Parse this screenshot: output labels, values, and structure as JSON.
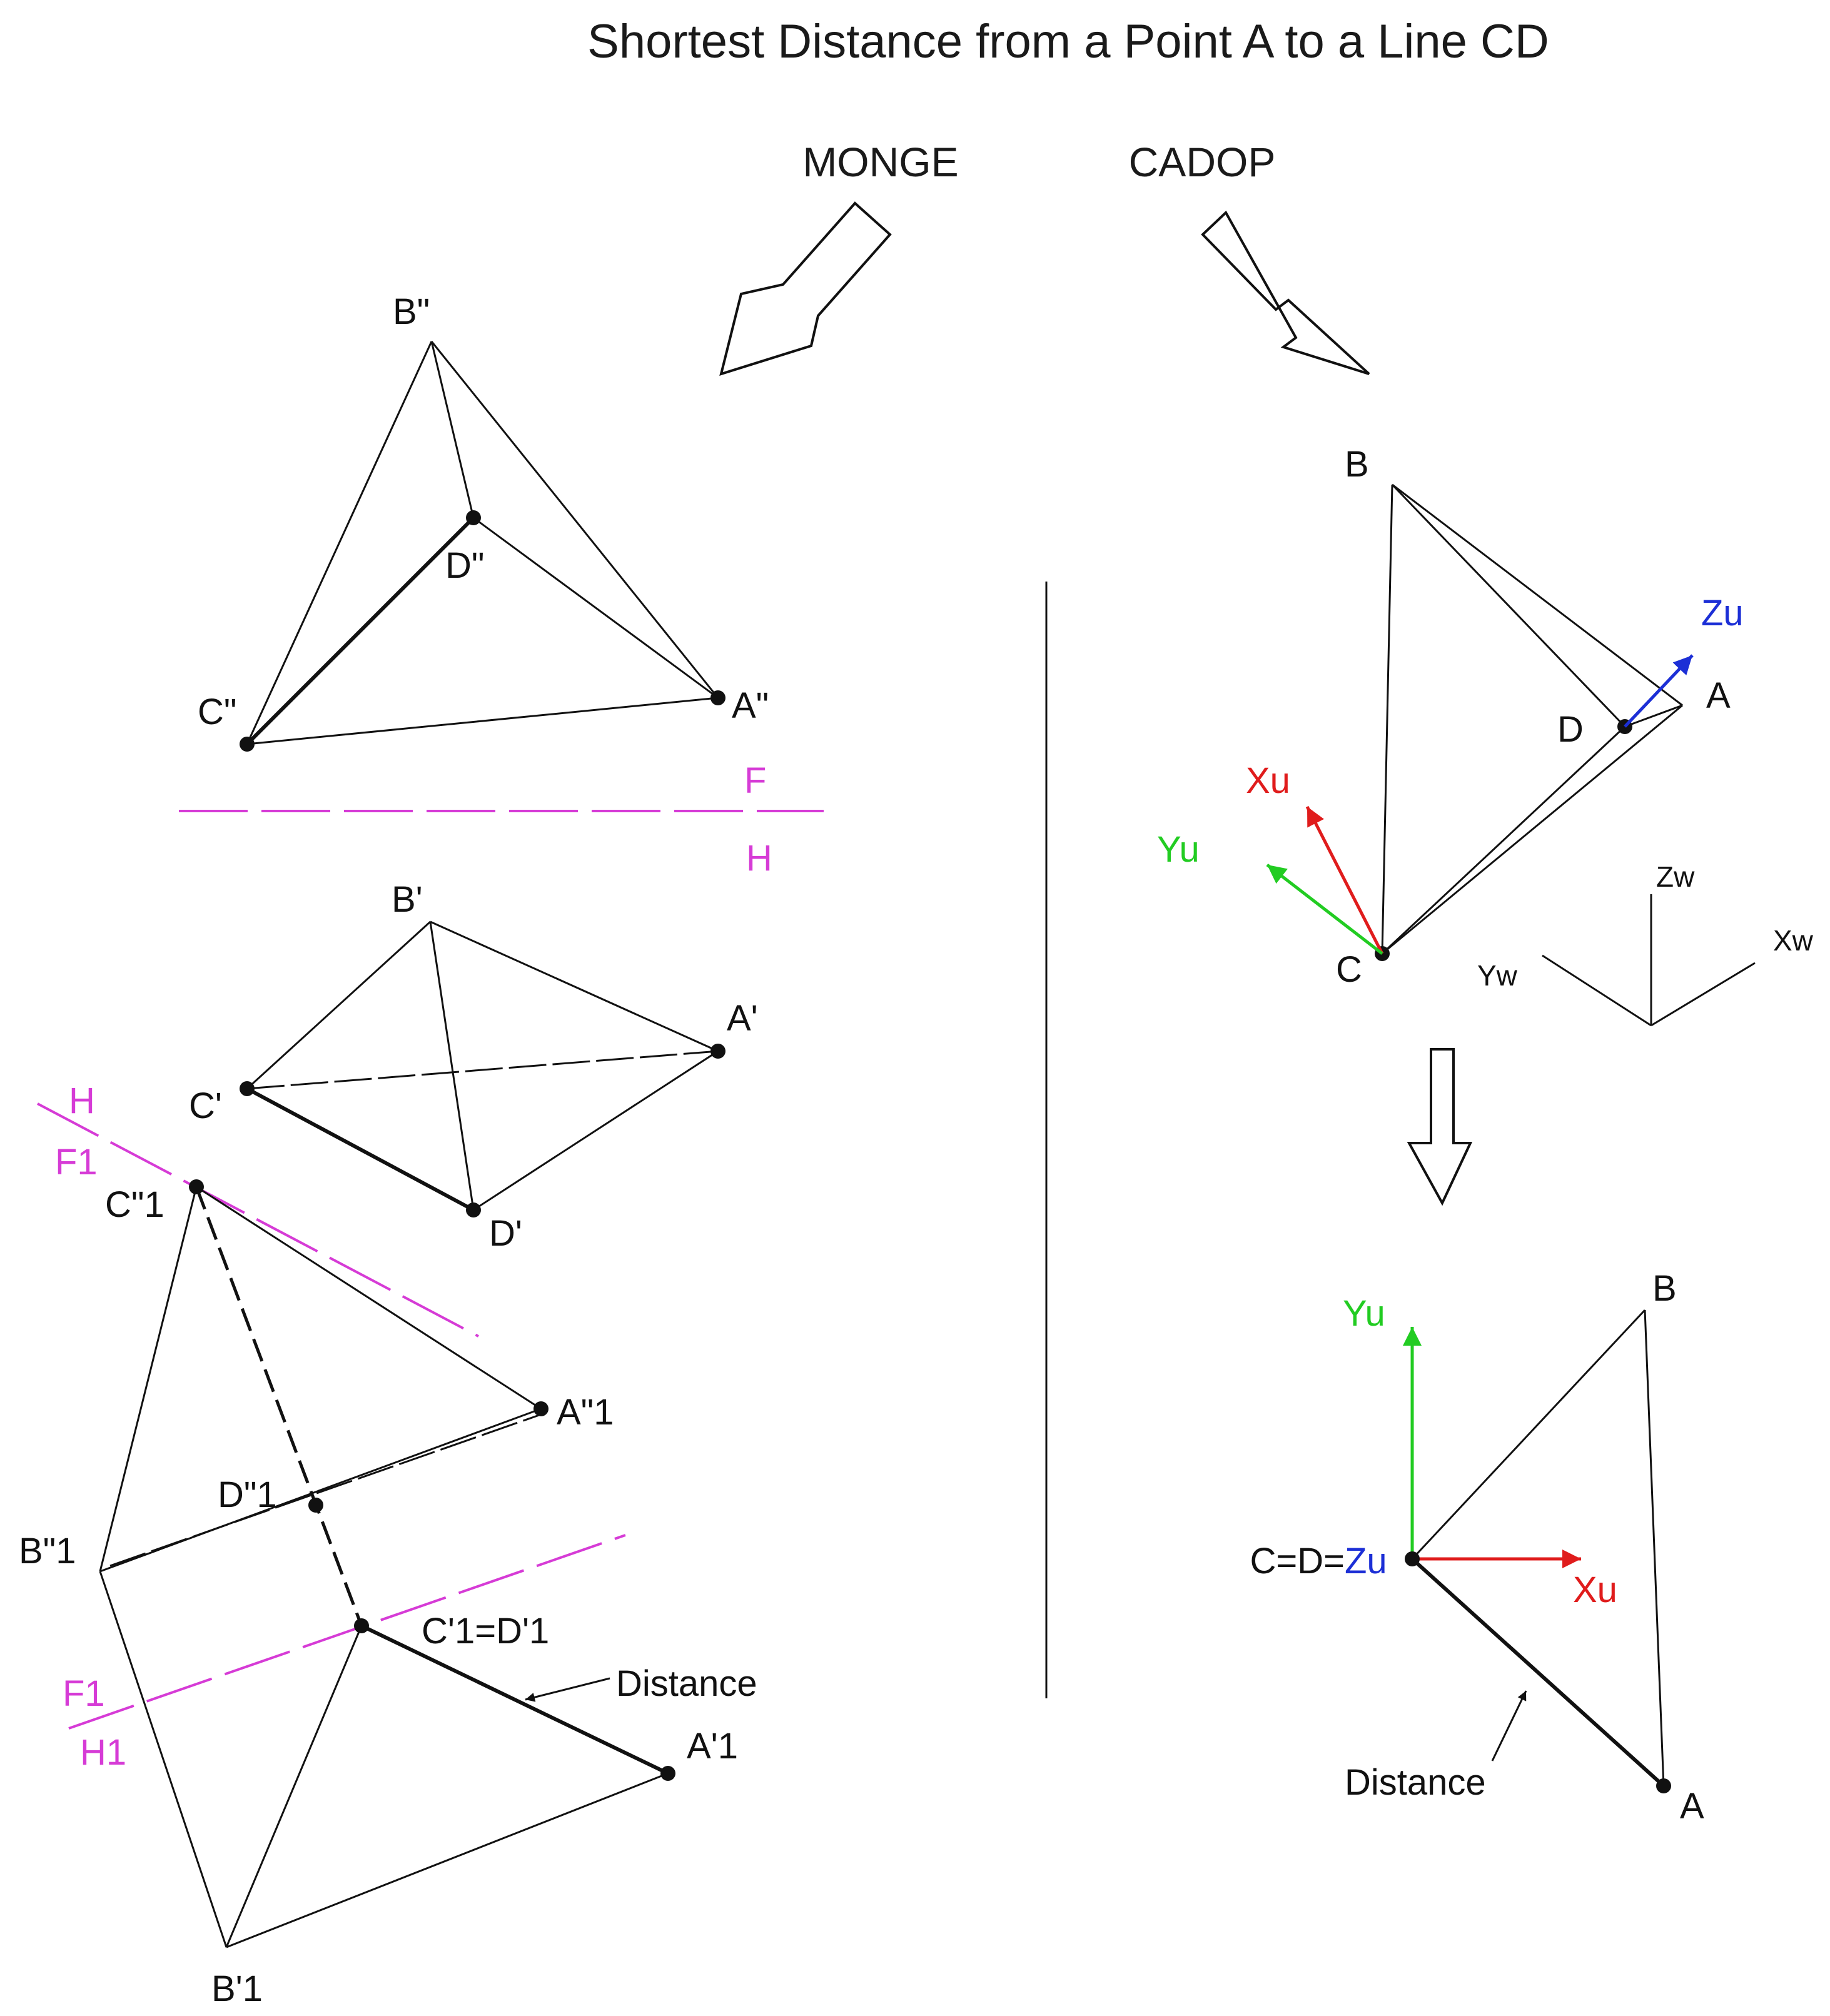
{
  "title": "Shortest Distance from a Point A to a Line CD",
  "headings": {
    "monge": "MONGE",
    "cadop": "CADOP"
  },
  "colors": {
    "fold_line": "#d63bd6",
    "axis_x": "#e01c1c",
    "axis_y": "#22cc22",
    "axis_z": "#1c2fd6",
    "line": "#111111"
  },
  "monge": {
    "frontal_view": {
      "points": {
        "B": "B\"",
        "D": "D\"",
        "C": "C\"",
        "A": "A\""
      }
    },
    "fold_line_1": {
      "upper": "F",
      "lower": "H"
    },
    "top_view": {
      "points": {
        "B": "B'",
        "A": "A'",
        "C": "C'",
        "D": "D'"
      }
    },
    "fold_line_2": {
      "upper": "H",
      "lower": "F1"
    },
    "auxiliary_frontal_view": {
      "points": {
        "C": "C\"1",
        "A": "A\"1",
        "D": "D\"1",
        "B": "B\"1"
      }
    },
    "fold_line_3": {
      "upper": "F1",
      "lower": "H1"
    },
    "auxiliary_top_view": {
      "points": {
        "CD": "C'1=D'1",
        "A": "A'1",
        "B": "B'1"
      },
      "distance_label": "Distance"
    }
  },
  "cadop": {
    "world_view": {
      "points": {
        "B": "B",
        "A": "A",
        "D": "D",
        "C": "C"
      },
      "user_axes": {
        "x": "Xu",
        "y": "Yu",
        "z": "Zu"
      },
      "world_axes": {
        "x": "Xw",
        "y": "Yw",
        "z": "Zw"
      }
    },
    "user_view": {
      "points": {
        "B": "B",
        "A": "A"
      },
      "coincident_prefix": "C=D=",
      "coincident_axis": "Zu",
      "user_axes": {
        "x": "Xu",
        "y": "Yu"
      },
      "distance_label": "Distance"
    }
  }
}
